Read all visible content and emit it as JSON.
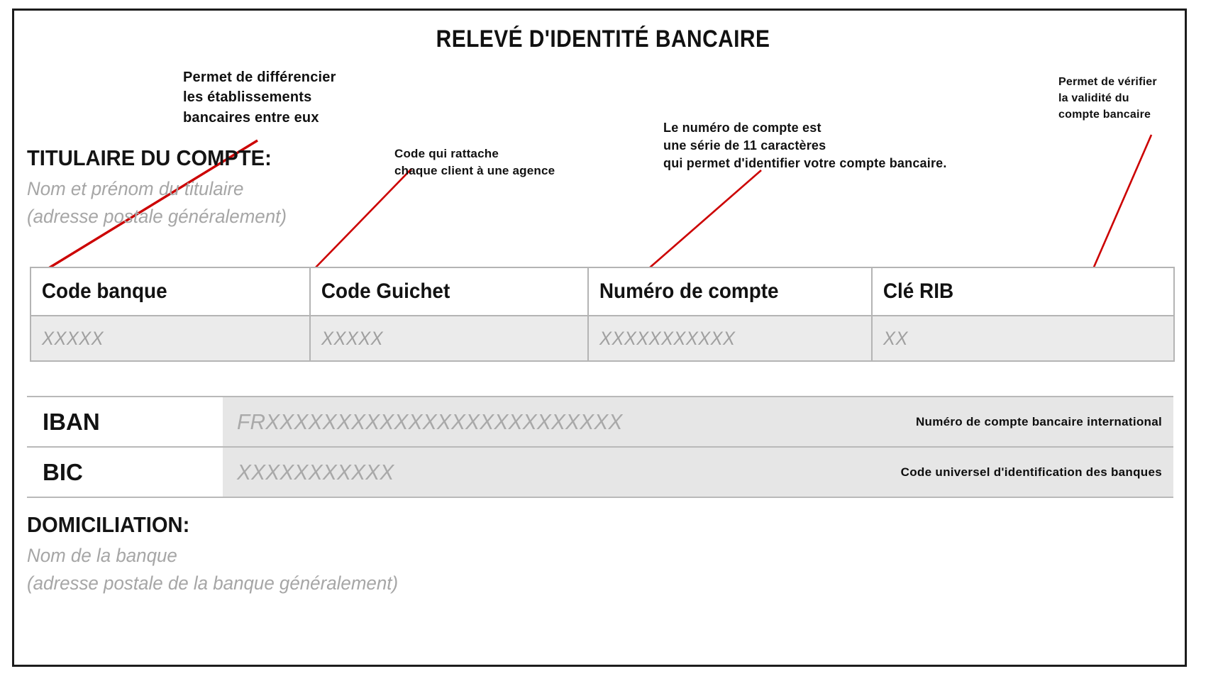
{
  "document": {
    "title": "RELEVÉ D'IDENTITÉ BANCAIRE"
  },
  "annotations": [
    {
      "id": "code-banque",
      "text": "Permet de différencier\nles établissements\nbancaires entre eux"
    },
    {
      "id": "code-guichet",
      "text": "Code qui rattache\nchaque client à une agence"
    },
    {
      "id": "numero-compte",
      "text": "Le numéro de compte est\nune série de 11 caractères\nqui permet d'identifier votre compte bancaire."
    },
    {
      "id": "cle-rib",
      "text": "Permet de vérifier\nla validité du\ncompte bancaire"
    }
  ],
  "titulaire": {
    "heading": "TITULAIRE DU COMPTE:",
    "line1": "Nom et prénom du titulaire",
    "line2": "(adresse postale généralement)"
  },
  "rib_table": {
    "headers": [
      "Code banque",
      "Code Guichet",
      "Numéro de compte",
      "Clé RIB"
    ],
    "values": [
      "XXXXX",
      "XXXXX",
      "XXXXXXXXXXX",
      "XX"
    ]
  },
  "iban_block": {
    "rows": [
      {
        "label": "IBAN",
        "value": "FRXXXXXXXXXXXXXXXXXXXXXXXXX",
        "description": "Numéro de compte bancaire international"
      },
      {
        "label": "BIC",
        "value": "XXXXXXXXXXX",
        "description": "Code universel d'identification des banques"
      }
    ]
  },
  "domiciliation": {
    "heading": "DOMICILIATION:",
    "line1": "Nom de la banque",
    "line2": "(adresse postale de la banque généralement)"
  },
  "colors": {
    "leader_line": "#cc0000",
    "frame_border": "#1c1c1c",
    "table_border": "#b4b4b4",
    "data_row_bg": "#ebebeb",
    "placeholder_text": "#a0a0a0",
    "heading_text": "#141414"
  }
}
